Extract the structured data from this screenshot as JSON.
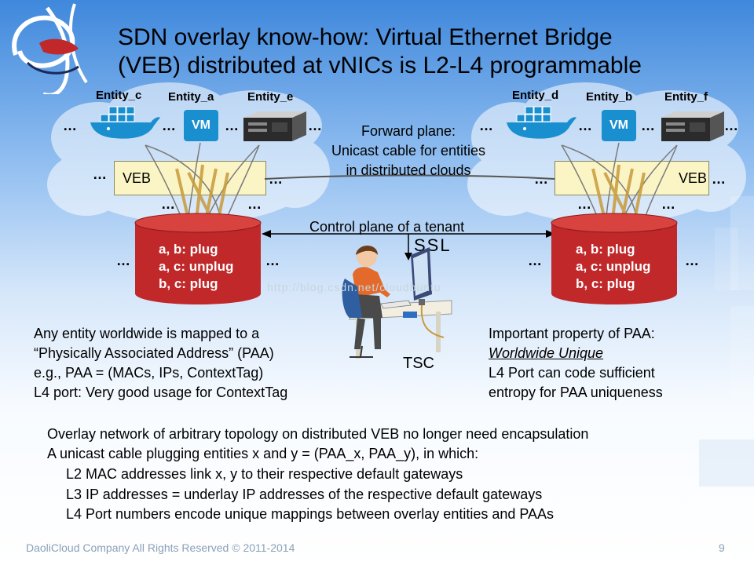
{
  "title_line1": "SDN overlay know-how: Virtual Ethernet Bridge",
  "title_line2": "(VEB) distributed at vNICs is L2-L4 programmable",
  "left_cloud": {
    "entities": [
      "Entity_c",
      "Entity_a",
      "Entity_e"
    ],
    "vm_label": "VM",
    "veb_label": "VEB",
    "db_lines": [
      "a, b: plug",
      "a, c: unplug",
      "b, c: plug"
    ]
  },
  "right_cloud": {
    "entities": [
      "Entity_d",
      "Entity_b",
      "Entity_f"
    ],
    "vm_label": "VM",
    "veb_label": "VEB",
    "db_lines": [
      "a, b: plug",
      "a, c: unplug",
      "b, c: plug"
    ]
  },
  "ellipsis": "…",
  "forward_plane": [
    "Forward plane:",
    "Unicast cable for entities",
    "in distributed clouds"
  ],
  "control_plane": "Control plane of a tenant",
  "ssl_label": "SSL",
  "tsc_label": "TSC",
  "left_notes": [
    "Any entity worldwide is mapped to a",
    "“Physically Associated Address” (PAA)",
    "e.g., PAA = (MACs, IPs, ContextTag)",
    "L4 port: Very good usage for ContextTag"
  ],
  "right_notes": {
    "line1": "Important property of PAA:",
    "line2": "Worldwide Unique",
    "line3": "L4 Port can code sufficient",
    "line4": "entropy for PAA uniqueness"
  },
  "bottom_notes": [
    "Overlay network of arbitrary topology on distributed VEB no longer need encapsulation",
    "A unicast cable plugging entities x and y = (PAA_x, PAA_y), in which:",
    "L2 MAC addresses link x, y to their respective default gateways",
    "L3 IP addresses = underlay IP addresses of the respective default gateways",
    "L4 Port numbers encode unique mappings between overlay entities and PAAs"
  ],
  "footer": "DaoliCloud Company All Rights Reserved © 2011-2014",
  "page_number": "9",
  "watermark": "http://blog.csdn.net/cloudbuntu",
  "colors": {
    "database": "#c0282a",
    "veb_fill": "#fbf5c6",
    "docker": "#1a8fd0",
    "vm": "#1a8fd0",
    "cable": "#c89a3a",
    "logo": "#c0282a"
  },
  "icons": [
    "logo",
    "docker-whale-icon",
    "vm-icon",
    "server-icon",
    "cable-icon",
    "tsc-operator-figure"
  ]
}
